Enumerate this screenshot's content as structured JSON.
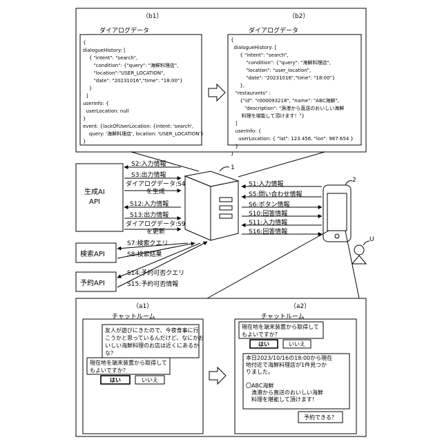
{
  "top": {
    "b1": {
      "title": "（b1）",
      "label": "ダイアログデータ",
      "code": "{\ndialogueHistory: [\n    { \"intent\": \"search\",\n       \"condition\": {\"query\": \"海鮮料理店\",\n       \"location\":\"USER_LOCATION\",\n       \"date\": \"20231016\",\"time\": \"18:00\"}\n    }\n  ]\nuserInfo: {\n  userLocation: null\n}\nevent: {lackOfUserLocation: {intent: 'search',\n    query: '海鮮料理店', location: 'USER_LOCATION'}\n}"
    },
    "b2": {
      "title": "（b2）",
      "label": "ダイアログデータ",
      "code": "{\n  dialogueHistory: [\n      { \"intent\": \"search\",\n          \"condition\": {\"query\": \"海鮮料理店\",\n          \"location\": \"user_location\",\n          \"date\": \"20231016\",\"time\": \"18:00\"}\n      },\n   \"restaurants\" :\n      {\"id\": \"r000093218\", \"name\": \"ABC海鮮\",\n         \"description\": \"漁港から直送のおいしい海鮮\n       料理を堪能して頂けます！\"}\n   ]\n   userInfo: {\n     userLocation: { \"lat\": 123.456, \"lon\": 987.654 }\n   }\n}"
    }
  },
  "apis": {
    "gen": "生成AI\nAPI",
    "search": "検索API",
    "reserve": "予約API"
  },
  "server_ref": "1",
  "phone_ref": "2",
  "user_ref": "U",
  "left_flows": [
    "S2:入力情報",
    "S3:出力情報",
    "ダイアログデータ:S4\nを生成",
    "S12:入力情報",
    "S13:出力情報",
    "ダイアログデータ:S9\nを更新",
    "S7:検索クエリ",
    "S8:検索結果",
    "S14:予約可否クエリ",
    "S15:予約可否情報"
  ],
  "right_flows": [
    "S1:入力情報",
    "S5:問い合わせ情報",
    "S6:ボタン情報",
    "S10:回答情報",
    "S11:入力情報",
    "S16:回答情報"
  ],
  "bottom": {
    "a1": {
      "title": "（a1）",
      "label": "チャットルーム",
      "msg1": "友人が遊びにきたので、今夜食事に行\nこうかと思っているんだけど、なにかお\nいしい海鮮料理のお店は近くにあるか\nな？",
      "msg2": "現在地を端末装置から取得して\nもよいですか？",
      "yes": "はい",
      "no": "いいえ"
    },
    "a2": {
      "title": "（a2）",
      "label": "チャットルーム",
      "msg1": "現在地を端末装置から取得して\nもよいですか？",
      "yes": "はい",
      "no": "いいえ",
      "msg2": "本日2023/10/16の18:00から現在\n地付近で海鮮料理店が1件見つか\nりました。\n\n〇ABC海鮮\n　漁港から直送のおいしい海鮮\n　料理を堪能して頂けます！",
      "msg3": "予約できる？"
    }
  }
}
